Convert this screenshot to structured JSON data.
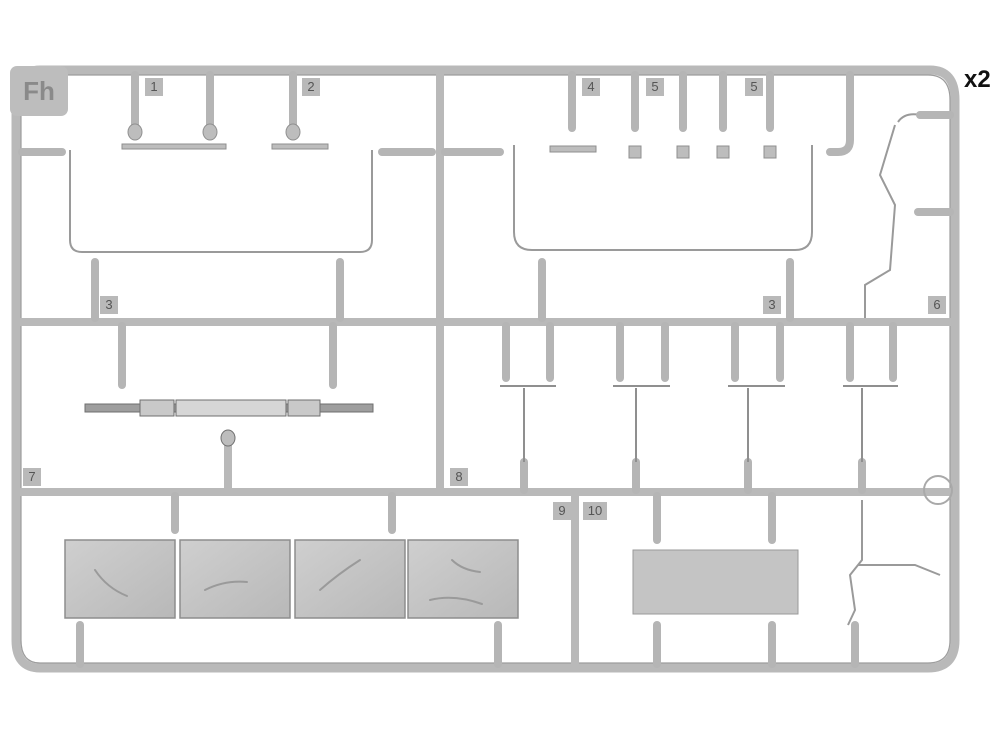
{
  "sprue": {
    "letter": "Fh",
    "quantity": "x2",
    "part_numbers": [
      "1",
      "2",
      "3",
      "3",
      "4",
      "5",
      "5",
      "6",
      "7",
      "8",
      "9",
      "10"
    ]
  },
  "colors": {
    "plastic": "#c8c8c8",
    "plastic_edge": "#9a9a9a",
    "background": "#ffffff"
  }
}
